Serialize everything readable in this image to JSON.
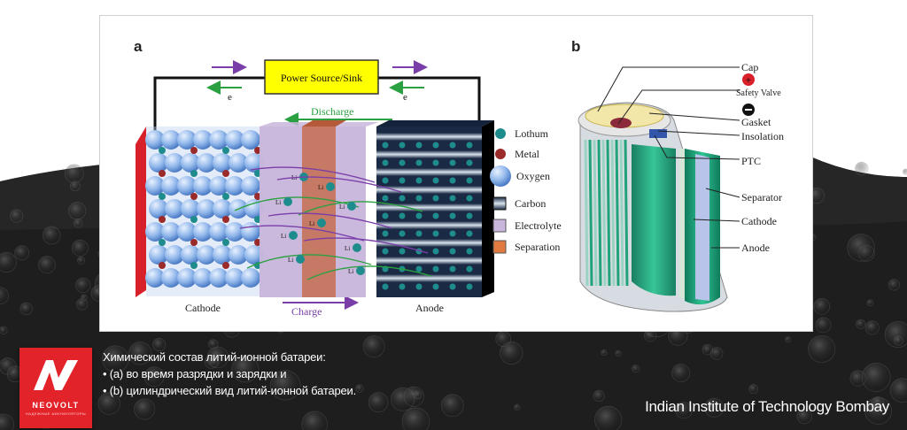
{
  "panel_a": {
    "label": "a",
    "power_source": "Power Source/Sink",
    "electron_left": "e",
    "electron_right": "e",
    "discharge": "Discharge",
    "charge": "Charge",
    "cathode": "Cathode",
    "anode": "Anode",
    "li_ion": "Li",
    "legend": [
      "Lothum",
      "Metal",
      "Oxygen",
      "Carbon",
      "Electrolyte",
      "Separation"
    ]
  },
  "panel_b": {
    "label": "b",
    "labels": [
      "Cap",
      "Safety Valve",
      "Gasket",
      "Insolation",
      "PTC",
      "Separator",
      "Cathode",
      "Anode"
    ]
  },
  "caption": {
    "line1": "Химический состав литий-ионной батареи:",
    "line2": "• (a) во время разрядки и зарядки и",
    "line3": "• (b) цилиндрический вид литий-ионной батареи."
  },
  "credit": "Indian Institute of Technology Bombay",
  "logo": {
    "name": "NEOVOLT",
    "tagline": "НАДЕЖНЫЕ АККУМУЛЯТОРЫ"
  },
  "colors": {
    "lithium": "#1e8c8c",
    "metal": "#9b2a2a",
    "oxygen": "#8fb6ea",
    "electrolyte": "#c9b6dc",
    "separation": "#c46a48",
    "cathode_plate": "#d8202a",
    "power_box": "#ffff00",
    "cell_green": "#20a27a",
    "brand_red": "#e3232a"
  }
}
